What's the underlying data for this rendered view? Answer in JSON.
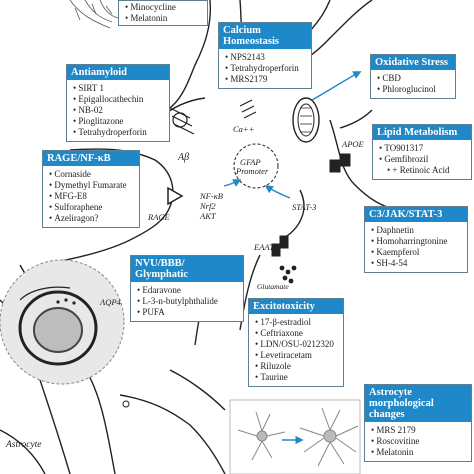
{
  "top_box": {
    "items": [
      "Minocycline",
      "Melatonin"
    ]
  },
  "calcium": {
    "title": "Calcium Homeostasis",
    "items": [
      "NPS2143",
      "Tetrahydroperforin",
      "MRS2179"
    ]
  },
  "antiamyloid": {
    "title": "Antiamyloid",
    "items": [
      "SIRT 1",
      "Epigallocathechin",
      "NB-02",
      "Pioglitazone",
      "Tetrahydroperforin"
    ]
  },
  "oxidative": {
    "title": "Oxidative Stress",
    "items": [
      "CBD",
      "Phloroglucinol"
    ]
  },
  "lipid": {
    "title": "Lipid Metabolism",
    "items": [
      "TO901317",
      "Gemfibrozil",
      "+ Retinoic Acid"
    ]
  },
  "rage": {
    "title": "RAGE/NF-κB",
    "items": [
      "Cornaside",
      "Dymethyl Fumarate",
      "MFG-E8",
      "Sulforaphene",
      "Azeliragon?"
    ]
  },
  "c3": {
    "title": "C3/JAK/STAT-3",
    "items": [
      "Daphnetin",
      "Homoharringtonine",
      "Kaempferol",
      "SH-4-54"
    ]
  },
  "nvu": {
    "title": "NVU/BBB/ Glymphatic",
    "items": [
      "Edaravone",
      "L-3-n-butylphthalide",
      "PUFA"
    ]
  },
  "excito": {
    "title": "Excitotoxicity",
    "items": [
      "17-β-estradiol",
      "Ceftriaxone",
      "LDN/OSU-0212320",
      "Levetiracetam",
      "Riluzole",
      "Taurine"
    ]
  },
  "morph": {
    "title": "Astrocyte morphological changes",
    "items": [
      "MRS 2179",
      "Roscovitine",
      "Melatonin"
    ]
  },
  "labels": {
    "ca": "Ca++",
    "abeta": "Aβ",
    "apoe": "APOE",
    "gfap_line1": "GFAP",
    "gfap_line2": "Promoter",
    "nfkb": "NF-κB",
    "nrf2": "Nrf2",
    "akt": "AKT",
    "stat3": "STAT-3",
    "rage": "RAGE",
    "eaat": "EAAT",
    "glutamate": "Glutamate",
    "aqp4": "AQP4",
    "astrocyte": "Astrocyte"
  },
  "colors": {
    "header": "#1f88c9",
    "arrow": "#1f88c9",
    "outline": "#222222",
    "box_border": "#5f7f93"
  }
}
